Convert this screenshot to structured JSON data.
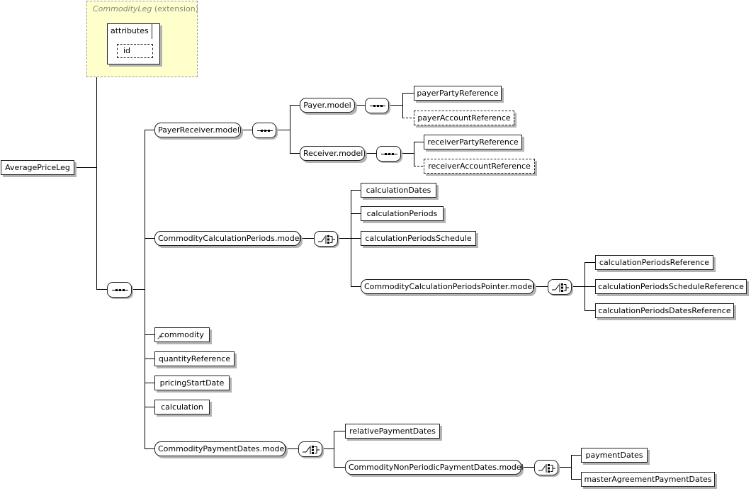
{
  "extension": {
    "type_name": "CommodityLeg",
    "suffix": "(extension)"
  },
  "attributes": {
    "title": "attributes",
    "items": [
      "id"
    ]
  },
  "root": "AveragePriceLeg",
  "groups": {
    "payer_receiver": "PayerReceiver.model",
    "payer": "Payer.model",
    "receiver": "Receiver.model",
    "calc_periods": "CommodityCalculationPeriods.model",
    "calc_pointer": "CommodityCalculationPeriodsPointer.model",
    "payment_dates": "CommodityPaymentDates.model",
    "non_periodic": "CommodityNonPeriodicPaymentDates.model"
  },
  "elements": {
    "payer_party_reference": "payerPartyReference",
    "payer_account_reference": "payerAccountReference",
    "receiver_party_reference": "receiverPartyReference",
    "receiver_account_reference": "receiverAccountReference",
    "calculation_dates": "calculationDates",
    "calculation_periods": "calculationPeriods",
    "calculation_periods_schedule": "calculationPeriodsSchedule",
    "calculation_periods_reference": "calculationPeriodsReference",
    "calculation_periods_schedule_reference": "calculationPeriodsScheduleReference",
    "calculation_periods_dates_reference": "calculationPeriodsDatesReference",
    "commodity": "commodity",
    "quantity_reference": "quantityReference",
    "pricing_start_date": "pricingStartDate",
    "calculation": "calculation",
    "relative_payment_dates": "relativePaymentDates",
    "payment_dates": "paymentDates",
    "master_agreement_payment_dates": "masterAgreementPaymentDates"
  },
  "colors": {
    "extension_fill": "#ffffcc",
    "extension_border": "#999999",
    "shadow": "#b3b3b3"
  },
  "icons": {
    "sequence": "sequence-compositor-icon",
    "choice": "choice-compositor-icon",
    "reference": "reference-arrow-icon"
  }
}
